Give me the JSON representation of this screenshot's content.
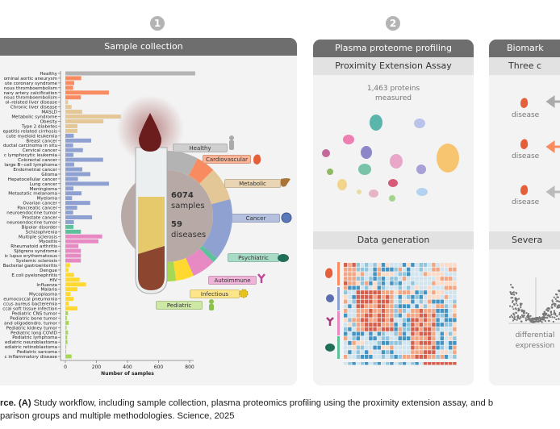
{
  "steps": [
    "1",
    "2"
  ],
  "panel1": {
    "title": "Sample collection",
    "samples_count": "6074",
    "samples_label": "samples",
    "diseases_count": "59",
    "diseases_label": "diseases",
    "groups": [
      {
        "label": "Healthy",
        "color": "#b3b3b3",
        "icon": "person-icon"
      },
      {
        "label": "Cardiovascular",
        "color": "#f98b60",
        "icon": "heart-icon"
      },
      {
        "label": "Metabolic",
        "color": "#e3c797",
        "icon": "liver-icon"
      },
      {
        "label": "Cancer",
        "color": "#8fa1d0",
        "icon": "tumor-cell-icon"
      },
      {
        "label": "Psychiatric",
        "color": "#5dc29b",
        "icon": "brain-icon"
      },
      {
        "label": "Autoimmune",
        "color": "#e78ac3",
        "icon": "antibody-icon"
      },
      {
        "label": "Infectious",
        "color": "#ffd92f",
        "icon": "virus-icon"
      },
      {
        "label": "Pediatric",
        "color": "#a6d854",
        "icon": "child-icon"
      }
    ]
  },
  "chart_data": {
    "type": "bar",
    "orientation": "horizontal",
    "xlabel": "Number of samples",
    "xlim": [
      0,
      800
    ],
    "xticks": [
      0,
      200,
      400,
      600,
      800
    ],
    "categories": [
      "Healthy",
      "ominal aortic aneurysm",
      "ute coronary syndrome",
      "nous thromboembolism",
      "nary artery calcification",
      "nous thromboembolism",
      "ol–related liver disease",
      "Chronic liver disease",
      "MASLD",
      "Metabolic syndrome",
      "Obesity",
      "Type 2 diabetes",
      "epatitis related cirrhosis",
      "cute myeloid leukemia",
      "Breast cancer",
      "ductal carcinoma in situ",
      "Cervical cancer",
      "c lymphocytic leukemia",
      "Colorectal cancer",
      "large B−cell lymphoma",
      "Endometrial cancer",
      "Glioma",
      "Hepatocellular cancer",
      "Lung cancer",
      "Meningioma",
      "Metastatic melanoma",
      "Myeloma",
      "Ovarian cancer",
      "Pancreatic cancer",
      "neuroendocrine tumor",
      "Prostate cancer",
      "neuroendocrine tumor",
      "Bipolar disorder",
      "Schizophrenia",
      "Multiple sclerosis",
      "Myositis",
      "Rheumatoid arthritis",
      "Sjögrens syndrome",
      "ic lupus erythematosus",
      "Systemic sclerosis",
      "Bacterial gastroenteritis",
      "Dengue",
      "E.coli pyelonephritis",
      "HIV",
      "Influenza",
      "Malaria",
      "Mycoplasma",
      "eumococcal pneumonia",
      "ccus aureus bacteremia",
      "ccal soft tissue infection",
      "Pediatric CNS tumor",
      "Pediatric bone tumor",
      "and oligodendro. tumor",
      "Pediatric kidney tumor",
      "Pediatric long COVID",
      "Pediatric lymphoma",
      "ediatric neuroblastoma",
      "ediatric retinoblastoma",
      "Pediatric sarcoma",
      "c inflammatory disease"
    ],
    "values": [
      836,
      102,
      57,
      50,
      280,
      100,
      17,
      40,
      108,
      357,
      245,
      78,
      78,
      54,
      166,
      50,
      113,
      52,
      243,
      57,
      109,
      161,
      81,
      281,
      52,
      104,
      43,
      160,
      76,
      50,
      172,
      55,
      52,
      100,
      237,
      213,
      84,
      100,
      100,
      100,
      30,
      20,
      55,
      92,
      133,
      78,
      33,
      52,
      22,
      78,
      17,
      10,
      22,
      8,
      17,
      12,
      14,
      6,
      4,
      40
    ],
    "groups": [
      "Healthy",
      "Cardiovascular",
      "Cardiovascular",
      "Cardiovascular",
      "Cardiovascular",
      "Cardiovascular",
      "Metabolic",
      "Metabolic",
      "Metabolic",
      "Metabolic",
      "Metabolic",
      "Metabolic",
      "Metabolic",
      "Cancer",
      "Cancer",
      "Cancer",
      "Cancer",
      "Cancer",
      "Cancer",
      "Cancer",
      "Cancer",
      "Cancer",
      "Cancer",
      "Cancer",
      "Cancer",
      "Cancer",
      "Cancer",
      "Cancer",
      "Cancer",
      "Cancer",
      "Cancer",
      "Cancer",
      "Psychiatric",
      "Psychiatric",
      "Autoimmune",
      "Autoimmune",
      "Autoimmune",
      "Autoimmune",
      "Autoimmune",
      "Autoimmune",
      "Infectious",
      "Infectious",
      "Infectious",
      "Infectious",
      "Infectious",
      "Infectious",
      "Infectious",
      "Infectious",
      "Infectious",
      "Infectious",
      "Pediatric",
      "Pediatric",
      "Pediatric",
      "Pediatric",
      "Pediatric",
      "Pediatric",
      "Pediatric",
      "Pediatric",
      "Pediatric",
      "Pediatric"
    ],
    "grid": false
  },
  "panel2": {
    "title": "Plasma proteome profiling",
    "subtitle": "Proximity Extension Assay",
    "proteins_text": "1,463 proteins",
    "measured_text": "measured",
    "section2": "Data generation",
    "heat_colors": [
      "#d6604d",
      "#f4a582",
      "#fddbc7",
      "#d1e5f0",
      "#92c5de",
      "#4393c3"
    ]
  },
  "panel3": {
    "title": "Biomark",
    "subtitle": "Three c",
    "disease_label": "disease",
    "section2": "Severa",
    "diff_label_1": "differential",
    "diff_label_2": "expression"
  },
  "caption": {
    "bold_start": "rce.",
    "panel_ref": "(A)",
    "line1_rest": " Study workflow, including sample collection, plasma proteomics profiling using the proximity extension assay, and b",
    "line2": "parison groups and multiple methodologies. Science, 2025"
  }
}
